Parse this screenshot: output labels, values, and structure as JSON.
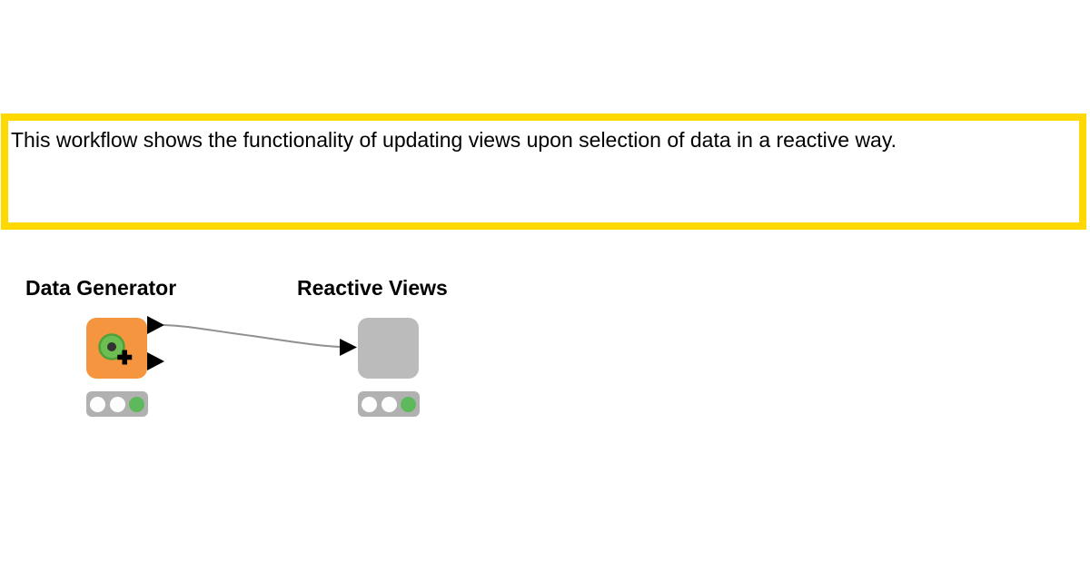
{
  "canvas": {
    "background": "#FFFFFF"
  },
  "annotation": {
    "text": "This workflow shows the functionality of updating views upon selection of data in a reactive way.",
    "border_color": "#FFD800",
    "background": "#FFFFFF",
    "text_color": "#000000"
  },
  "workflow": {
    "connection": {
      "color": "#909090",
      "from": "Data Generator",
      "to": "Reactive Views"
    },
    "port_color": "#000000",
    "nodes": [
      {
        "label": "Data Generator",
        "body_color": "#F6953F",
        "icon": "data-generator-icon",
        "icon_colors": {
          "ring": "#6CBE53",
          "ring_border": "#4FA039",
          "center_dot": "#333333",
          "plus": "#000000"
        },
        "out_ports": 2,
        "status": {
          "indicator": "traffic-light-icon",
          "frame_color": "#B1B1B1",
          "lights": [
            "#FDFDFD",
            "#FDFDFD",
            "#5EB85C"
          ]
        }
      },
      {
        "label": "Reactive Views",
        "body_color": "#BBBBBB",
        "icon": "component-icon",
        "in_ports": 1,
        "status": {
          "indicator": "traffic-light-icon",
          "frame_color": "#B1B1B1",
          "lights": [
            "#FDFDFD",
            "#FDFDFD",
            "#5EB85C"
          ]
        }
      }
    ]
  }
}
